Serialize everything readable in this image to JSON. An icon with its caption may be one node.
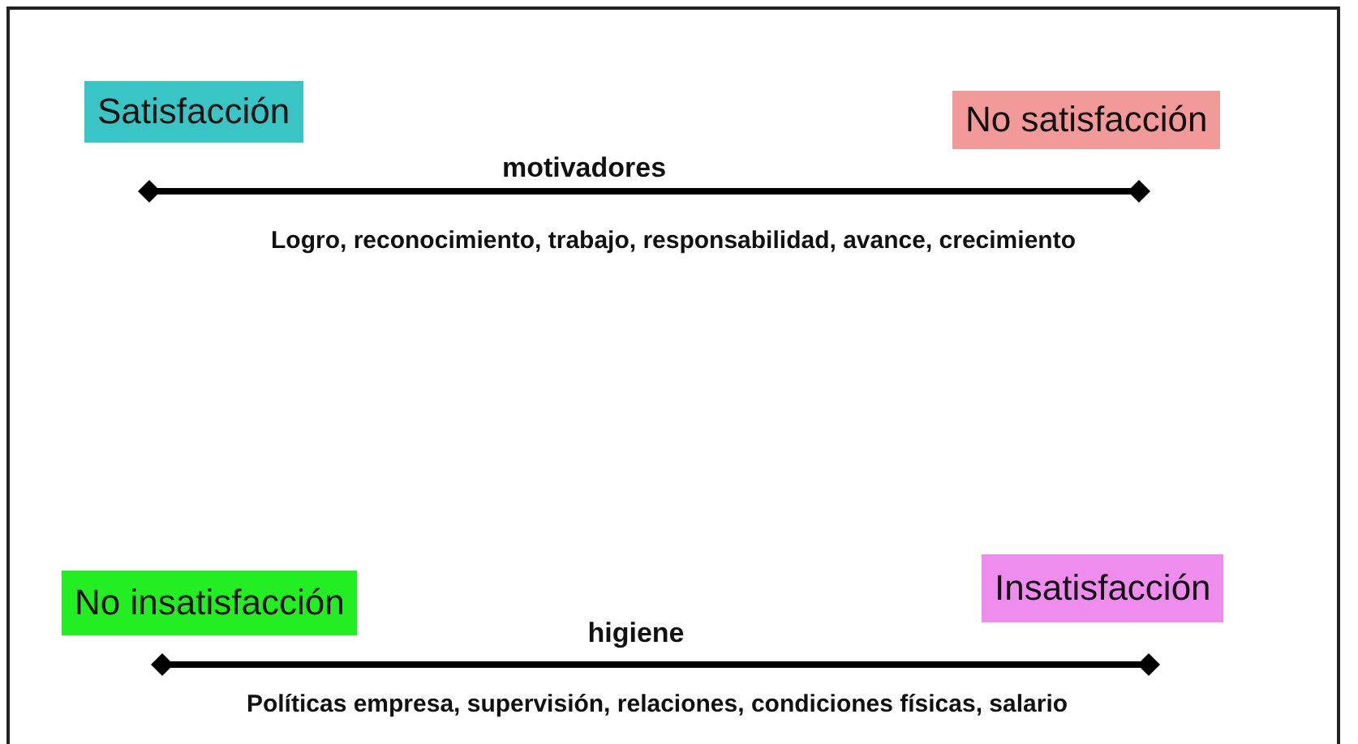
{
  "diagram": {
    "nodes": [
      {
        "text": [
          "Satisfacción"
        ]
      },
      {
        "text": [
          "No satisfacción"
        ]
      },
      {
        "text": [
          "No insatisfacción"
        ]
      },
      {
        "text": [
          "Insatisfacción"
        ]
      }
    ],
    "labels": [
      "motivadores",
      "Logro, reconocimiento, trabajo, responsabilidad, avance, crecimiento",
      "higiene",
      "Políticas empresa, supervisión, relaciones, condiciones físicas, salario"
    ]
  }
}
